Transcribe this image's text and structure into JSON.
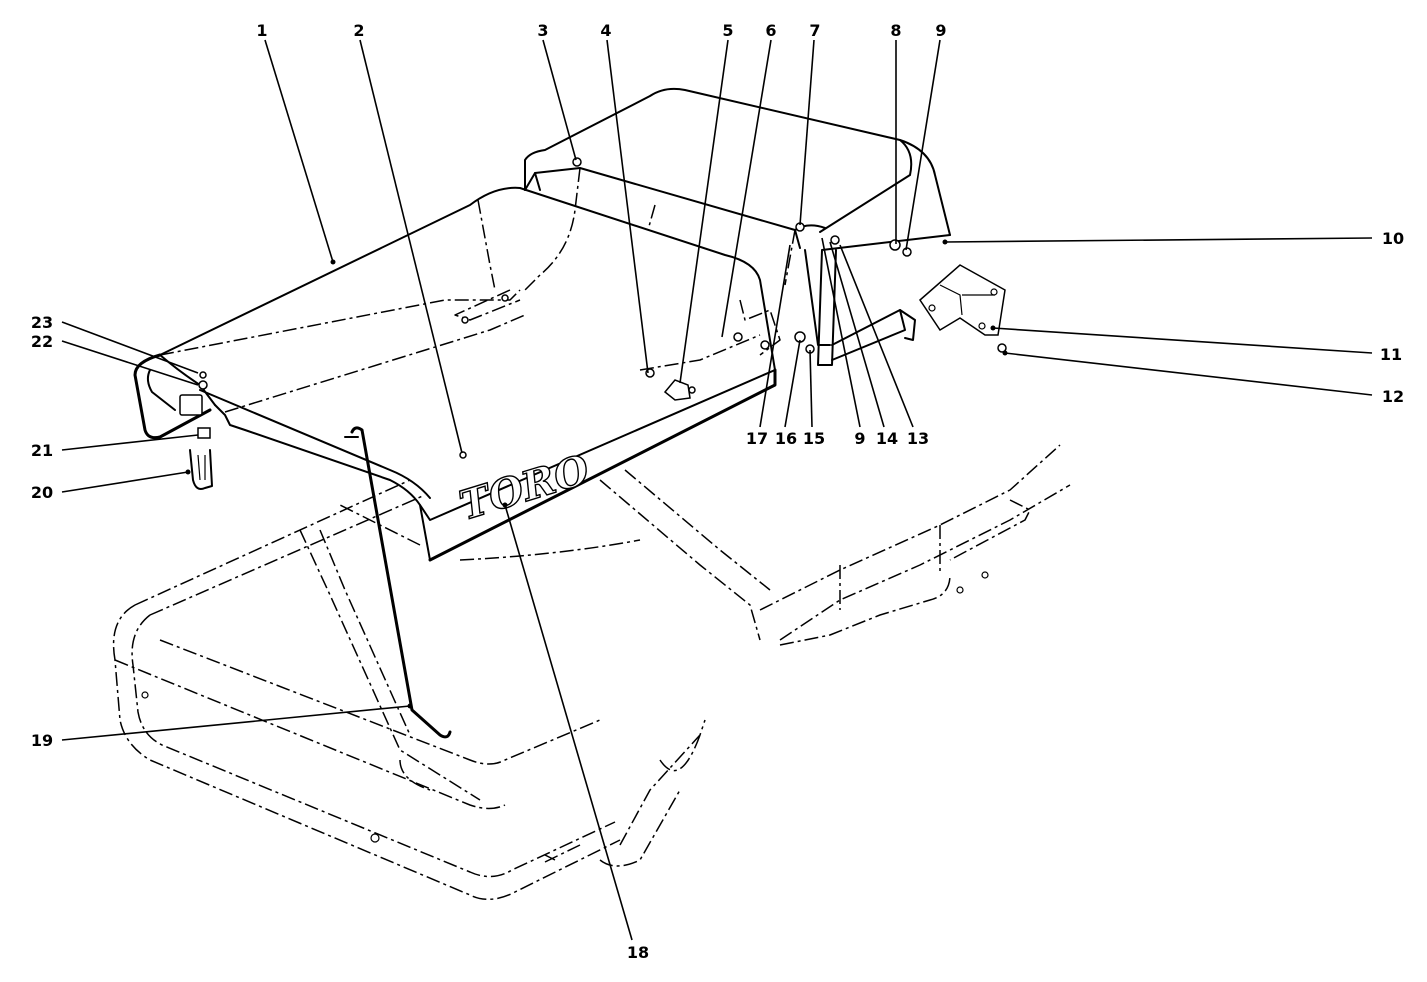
{
  "brand_logo_text": "TORO",
  "callouts": [
    {
      "id": "c1",
      "label": "1"
    },
    {
      "id": "c2",
      "label": "2"
    },
    {
      "id": "c3",
      "label": "3"
    },
    {
      "id": "c4",
      "label": "4"
    },
    {
      "id": "c5",
      "label": "5"
    },
    {
      "id": "c6",
      "label": "6"
    },
    {
      "id": "c7",
      "label": "7"
    },
    {
      "id": "c8",
      "label": "8"
    },
    {
      "id": "c9a",
      "label": "9"
    },
    {
      "id": "c10",
      "label": "10"
    },
    {
      "id": "c11",
      "label": "11"
    },
    {
      "id": "c12",
      "label": "12"
    },
    {
      "id": "c13",
      "label": "13"
    },
    {
      "id": "c14",
      "label": "14"
    },
    {
      "id": "c9b",
      "label": "9"
    },
    {
      "id": "c15",
      "label": "15"
    },
    {
      "id": "c16",
      "label": "16"
    },
    {
      "id": "c17",
      "label": "17"
    },
    {
      "id": "c18",
      "label": "18"
    },
    {
      "id": "c19",
      "label": "19"
    },
    {
      "id": "c20",
      "label": "20"
    },
    {
      "id": "c21",
      "label": "21"
    },
    {
      "id": "c22",
      "label": "22"
    },
    {
      "id": "c23",
      "label": "23"
    }
  ]
}
